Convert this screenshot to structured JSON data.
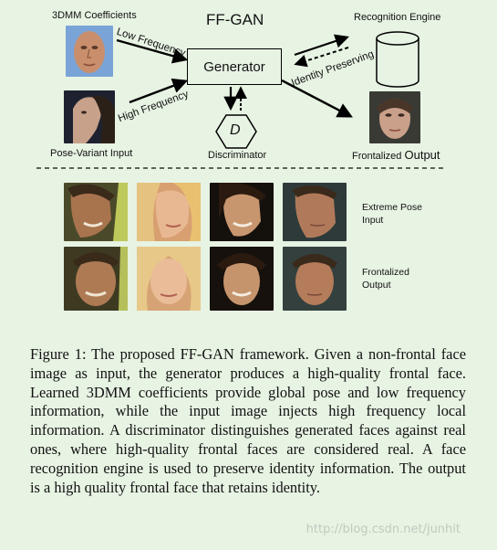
{
  "diagram": {
    "title": "FF-GAN",
    "coeff_label": "3DMM Coefficients",
    "input_label": "Pose-Variant Input",
    "generator_label": "Generator",
    "discriminator_label": "Discriminator",
    "discriminator_symbol": "D",
    "recognition_label": "Recognition Engine",
    "output_label_small": "Frontalized",
    "output_label_big": "Output",
    "low_freq": "Low Frequency",
    "high_freq": "High Frequency",
    "identity": "Identity Preserving"
  },
  "grid": {
    "row1_label_a": "Extreme Pose",
    "row1_label_b": "Input",
    "row2_label_a": "Frontalized",
    "row2_label_b": "Output"
  },
  "caption": "Figure 1: The proposed FF-GAN framework. Given a non-frontal face image as input, the generator produces a high-quality frontal face. Learned 3DMM coefficients provide global pose and low frequency information, while the input image injects high frequency local information. A discriminator distinguishes generated faces against real ones, where high-quality frontal faces are considered real. A face recognition engine is used to preserve identity information. The output is a high quality frontal face that retains identity.",
  "watermark": "http://blog.csdn.net/junhit",
  "colors": {
    "background": "#e7f3e3",
    "ink": "#111111"
  }
}
